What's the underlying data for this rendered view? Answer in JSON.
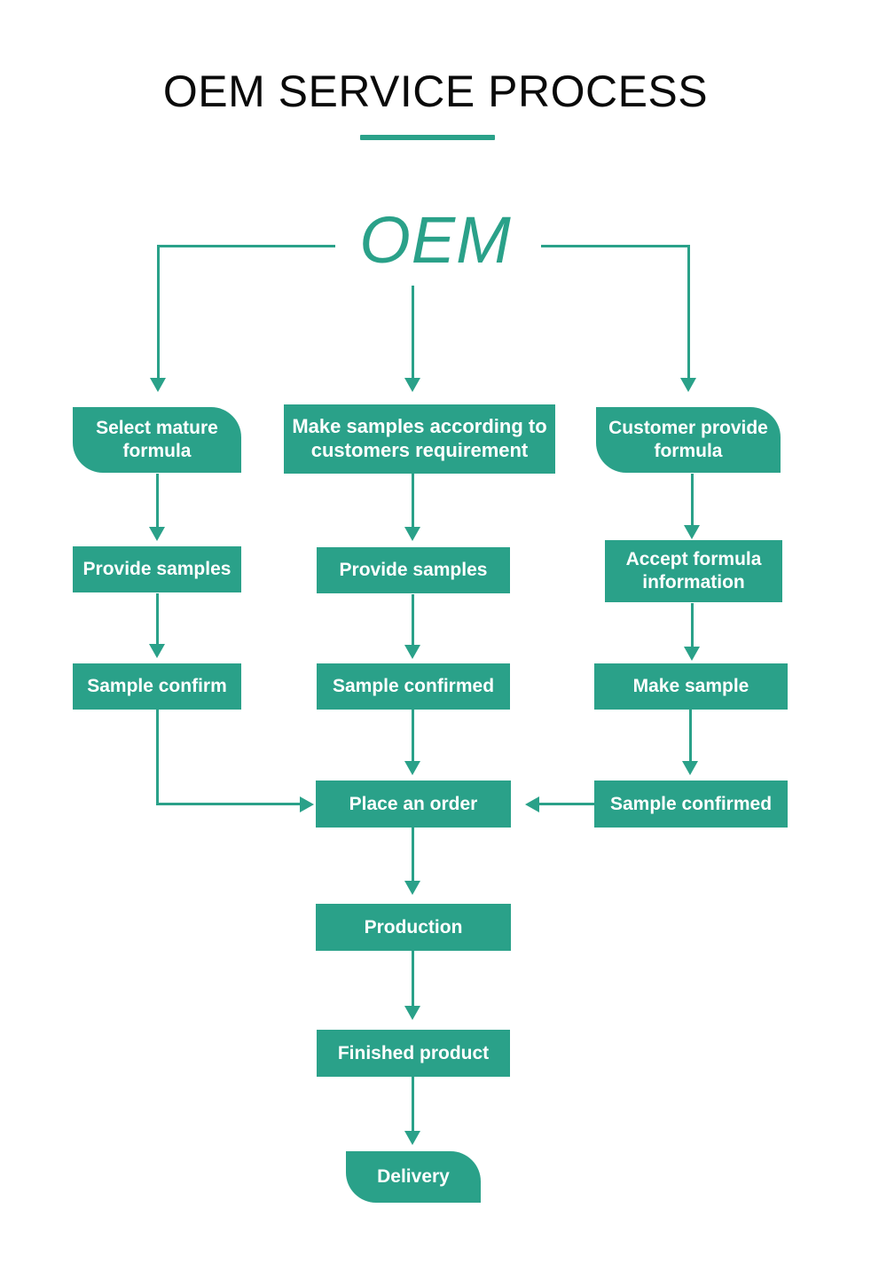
{
  "header": {
    "title": "OEM SERVICE PROCESS",
    "root_label": "OEM"
  },
  "colors": {
    "brand_teal": "#2aa189",
    "title_text": "#0a0a0a",
    "node_text": "#ffffff",
    "background": "#ffffff"
  },
  "diagram": {
    "type": "flowchart",
    "orientation": "top-down",
    "columns": [
      {
        "id": "left",
        "nodes": [
          {
            "id": "left-1",
            "label": "Select mature formula",
            "shape": "leaf"
          },
          {
            "id": "left-2",
            "label": "Provide samples",
            "shape": "rect"
          },
          {
            "id": "left-3",
            "label": "Sample confirm",
            "shape": "rect"
          }
        ]
      },
      {
        "id": "middle",
        "nodes": [
          {
            "id": "mid-1",
            "label": "Make samples according to customers requirement",
            "shape": "rect"
          },
          {
            "id": "mid-2",
            "label": "Provide samples",
            "shape": "rect"
          },
          {
            "id": "mid-3",
            "label": "Sample confirmed",
            "shape": "rect"
          }
        ]
      },
      {
        "id": "right",
        "nodes": [
          {
            "id": "right-1",
            "label": "Customer provide formula",
            "shape": "leaf"
          },
          {
            "id": "right-2",
            "label": "Accept formula information",
            "shape": "rect"
          },
          {
            "id": "right-3",
            "label": "Make sample",
            "shape": "rect"
          },
          {
            "id": "right-4",
            "label": "Sample confirmed",
            "shape": "rect"
          }
        ]
      }
    ],
    "trunk": [
      {
        "id": "order",
        "label": "Place an order",
        "shape": "rect"
      },
      {
        "id": "production",
        "label": "Production",
        "shape": "rect"
      },
      {
        "id": "finished",
        "label": "Finished product",
        "shape": "rect"
      },
      {
        "id": "delivery",
        "label": "Delivery",
        "shape": "leaf"
      }
    ],
    "edges": [
      {
        "from": "OEM",
        "to": "left-1",
        "style": "elbow-down-arrow"
      },
      {
        "from": "OEM",
        "to": "mid-1",
        "style": "straight-down-arrow"
      },
      {
        "from": "OEM",
        "to": "right-1",
        "style": "elbow-down-arrow"
      },
      {
        "from": "left-1",
        "to": "left-2",
        "style": "straight-down-arrow"
      },
      {
        "from": "left-2",
        "to": "left-3",
        "style": "straight-down-arrow"
      },
      {
        "from": "left-3",
        "to": "order",
        "style": "elbow-right-arrow"
      },
      {
        "from": "mid-1",
        "to": "mid-2",
        "style": "straight-down-arrow"
      },
      {
        "from": "mid-2",
        "to": "mid-3",
        "style": "straight-down-arrow"
      },
      {
        "from": "mid-3",
        "to": "order",
        "style": "straight-down-arrow"
      },
      {
        "from": "right-1",
        "to": "right-2",
        "style": "straight-down-arrow"
      },
      {
        "from": "right-2",
        "to": "right-3",
        "style": "straight-down-arrow"
      },
      {
        "from": "right-3",
        "to": "right-4",
        "style": "straight-down-arrow"
      },
      {
        "from": "right-4",
        "to": "order",
        "style": "straight-left-arrow"
      },
      {
        "from": "order",
        "to": "production",
        "style": "straight-down-arrow"
      },
      {
        "from": "production",
        "to": "finished",
        "style": "straight-down-arrow"
      },
      {
        "from": "finished",
        "to": "delivery",
        "style": "straight-down-arrow"
      }
    ]
  }
}
